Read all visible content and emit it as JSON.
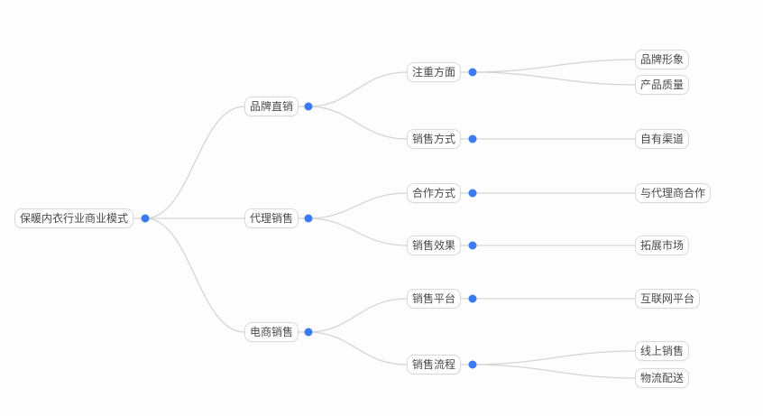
{
  "theme": {
    "canvas_bg": "#fdfdfd",
    "node_bg": "#ffffff",
    "node_border": "#d9d9d9",
    "node_text": "#4a4a4a",
    "edge_color": "#d5d5d5",
    "dot_color": "#3a7af2"
  },
  "mindmap": {
    "root": {
      "label": "保暖内衣行业商业模式"
    },
    "branches": [
      {
        "label": "品牌直销",
        "children": [
          {
            "label": "注重方面",
            "children": [
              {
                "label": "品牌形象"
              },
              {
                "label": "产品质量"
              }
            ]
          },
          {
            "label": "销售方式",
            "children": [
              {
                "label": "自有渠道"
              }
            ]
          }
        ]
      },
      {
        "label": "代理销售",
        "children": [
          {
            "label": "合作方式",
            "children": [
              {
                "label": "与代理商合作"
              }
            ]
          },
          {
            "label": "销售效果",
            "children": [
              {
                "label": "拓展市场"
              }
            ]
          }
        ]
      },
      {
        "label": "电商销售",
        "children": [
          {
            "label": "销售平台",
            "children": [
              {
                "label": "互联网平台"
              }
            ]
          },
          {
            "label": "销售流程",
            "children": [
              {
                "label": "线上销售"
              },
              {
                "label": "物流配送"
              }
            ]
          }
        ]
      }
    ]
  }
}
